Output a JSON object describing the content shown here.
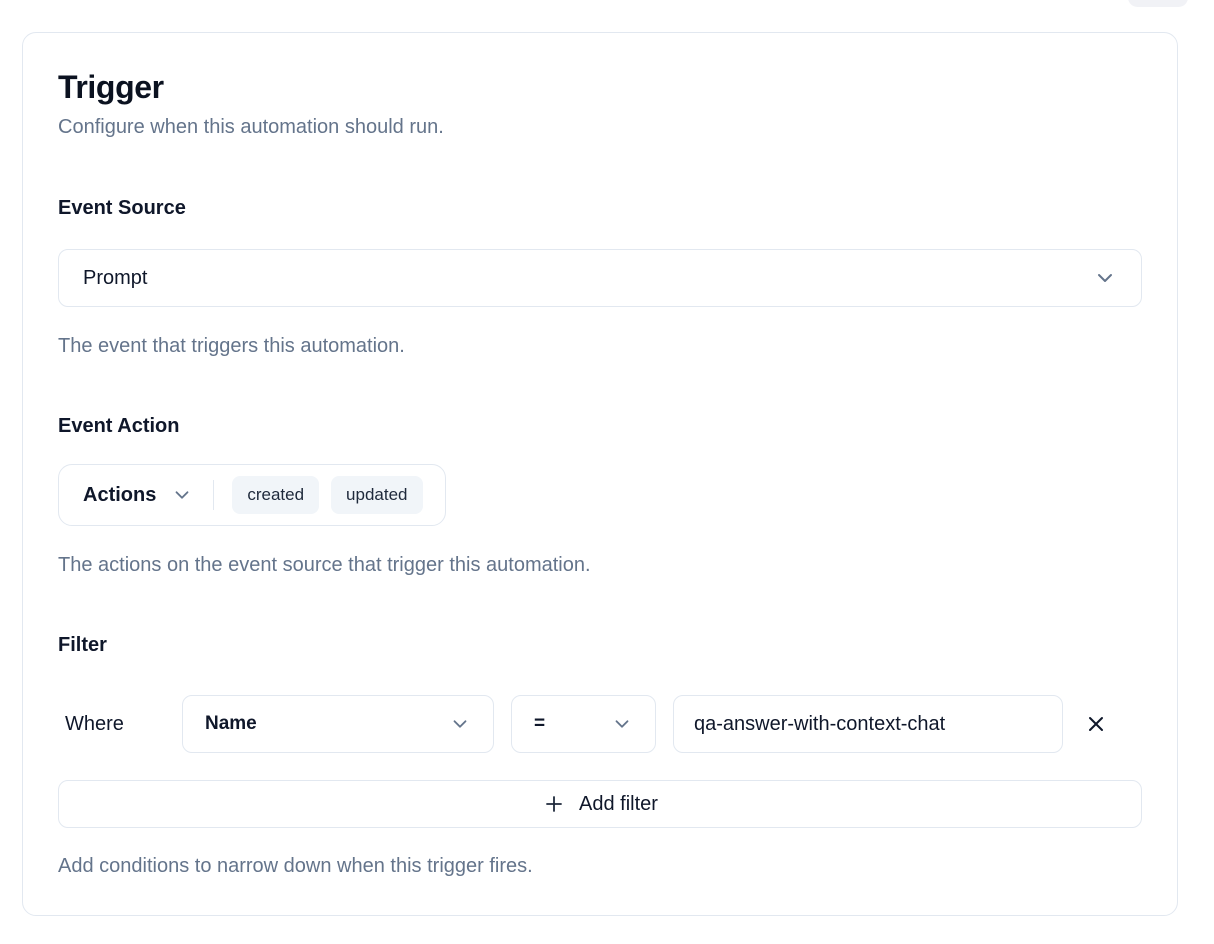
{
  "card": {
    "title": "Trigger",
    "subtitle": "Configure when this automation should run.",
    "event_source": {
      "label": "Event Source",
      "selected": "Prompt",
      "help": "The event that triggers this automation."
    },
    "event_action": {
      "label": "Event Action",
      "dropdown_label": "Actions",
      "tags": [
        "created",
        "updated"
      ],
      "help": "The actions on the event source that trigger this automation."
    },
    "filter": {
      "label": "Filter",
      "where_label": "Where",
      "field_selected": "Name",
      "operator_selected": "=",
      "value": "qa-answer-with-context-chat",
      "add_button_label": "Add filter",
      "help": "Add conditions to narrow down when this trigger fires."
    }
  },
  "colors": {
    "border": "#e2e8f0",
    "text_primary": "#0f172a",
    "text_muted": "#64748b",
    "tag_background": "#f1f5f9"
  }
}
